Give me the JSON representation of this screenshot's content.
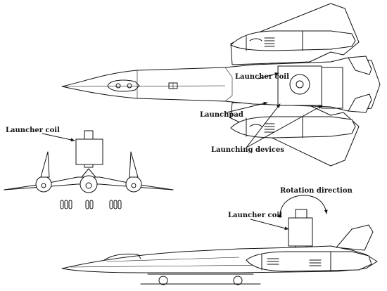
{
  "labels": {
    "top_launcher_coil": "Launcher coil",
    "launchpad": "Launchpad",
    "launching_devices": "Launching devices",
    "front_launcher_coil": "Launcher coil",
    "side_launcher_coil": "Launcher coil",
    "rotation_direction": "Rotation direction"
  }
}
